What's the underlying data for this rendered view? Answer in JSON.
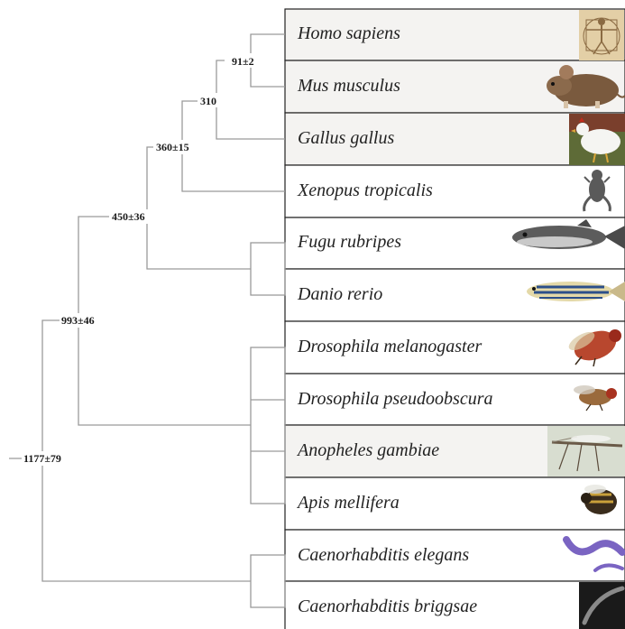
{
  "tree": {
    "nodes": [
      {
        "id": "node-root",
        "label": "1177±79"
      },
      {
        "id": "node-993",
        "label": "993±46"
      },
      {
        "id": "node-450",
        "label": "450±36"
      },
      {
        "id": "node-360",
        "label": "360±15"
      },
      {
        "id": "node-310",
        "label": "310"
      },
      {
        "id": "node-91",
        "label": "91±2"
      }
    ],
    "species": [
      {
        "name": "Homo sapiens",
        "icon": "vitruvian-man-icon"
      },
      {
        "name": "Mus musculus",
        "icon": "mouse-icon"
      },
      {
        "name": "Gallus gallus",
        "icon": "chicken-icon"
      },
      {
        "name": "Xenopus tropicalis",
        "icon": "frog-icon"
      },
      {
        "name": "Fugu rubripes",
        "icon": "pufferfish-icon"
      },
      {
        "name": "Danio rerio",
        "icon": "zebrafish-icon"
      },
      {
        "name": "Drosophila melanogaster",
        "icon": "fruit-fly-icon"
      },
      {
        "name": "Drosophila pseudoobscura",
        "icon": "fruit-fly-icon"
      },
      {
        "name": "Anopheles gambiae",
        "icon": "mosquito-icon"
      },
      {
        "name": "Apis mellifera",
        "icon": "honeybee-icon"
      },
      {
        "name": "Caenorhabditis elegans",
        "icon": "worm-icon"
      },
      {
        "name": "Caenorhabditis briggsae",
        "icon": "worm-icon"
      }
    ]
  },
  "colors": {
    "branch": "#9a9a9a",
    "node_label": "#1a1a1a",
    "row_shaded": "#f4f3f1",
    "row_plain": "#ffffff",
    "border": "#222222"
  }
}
